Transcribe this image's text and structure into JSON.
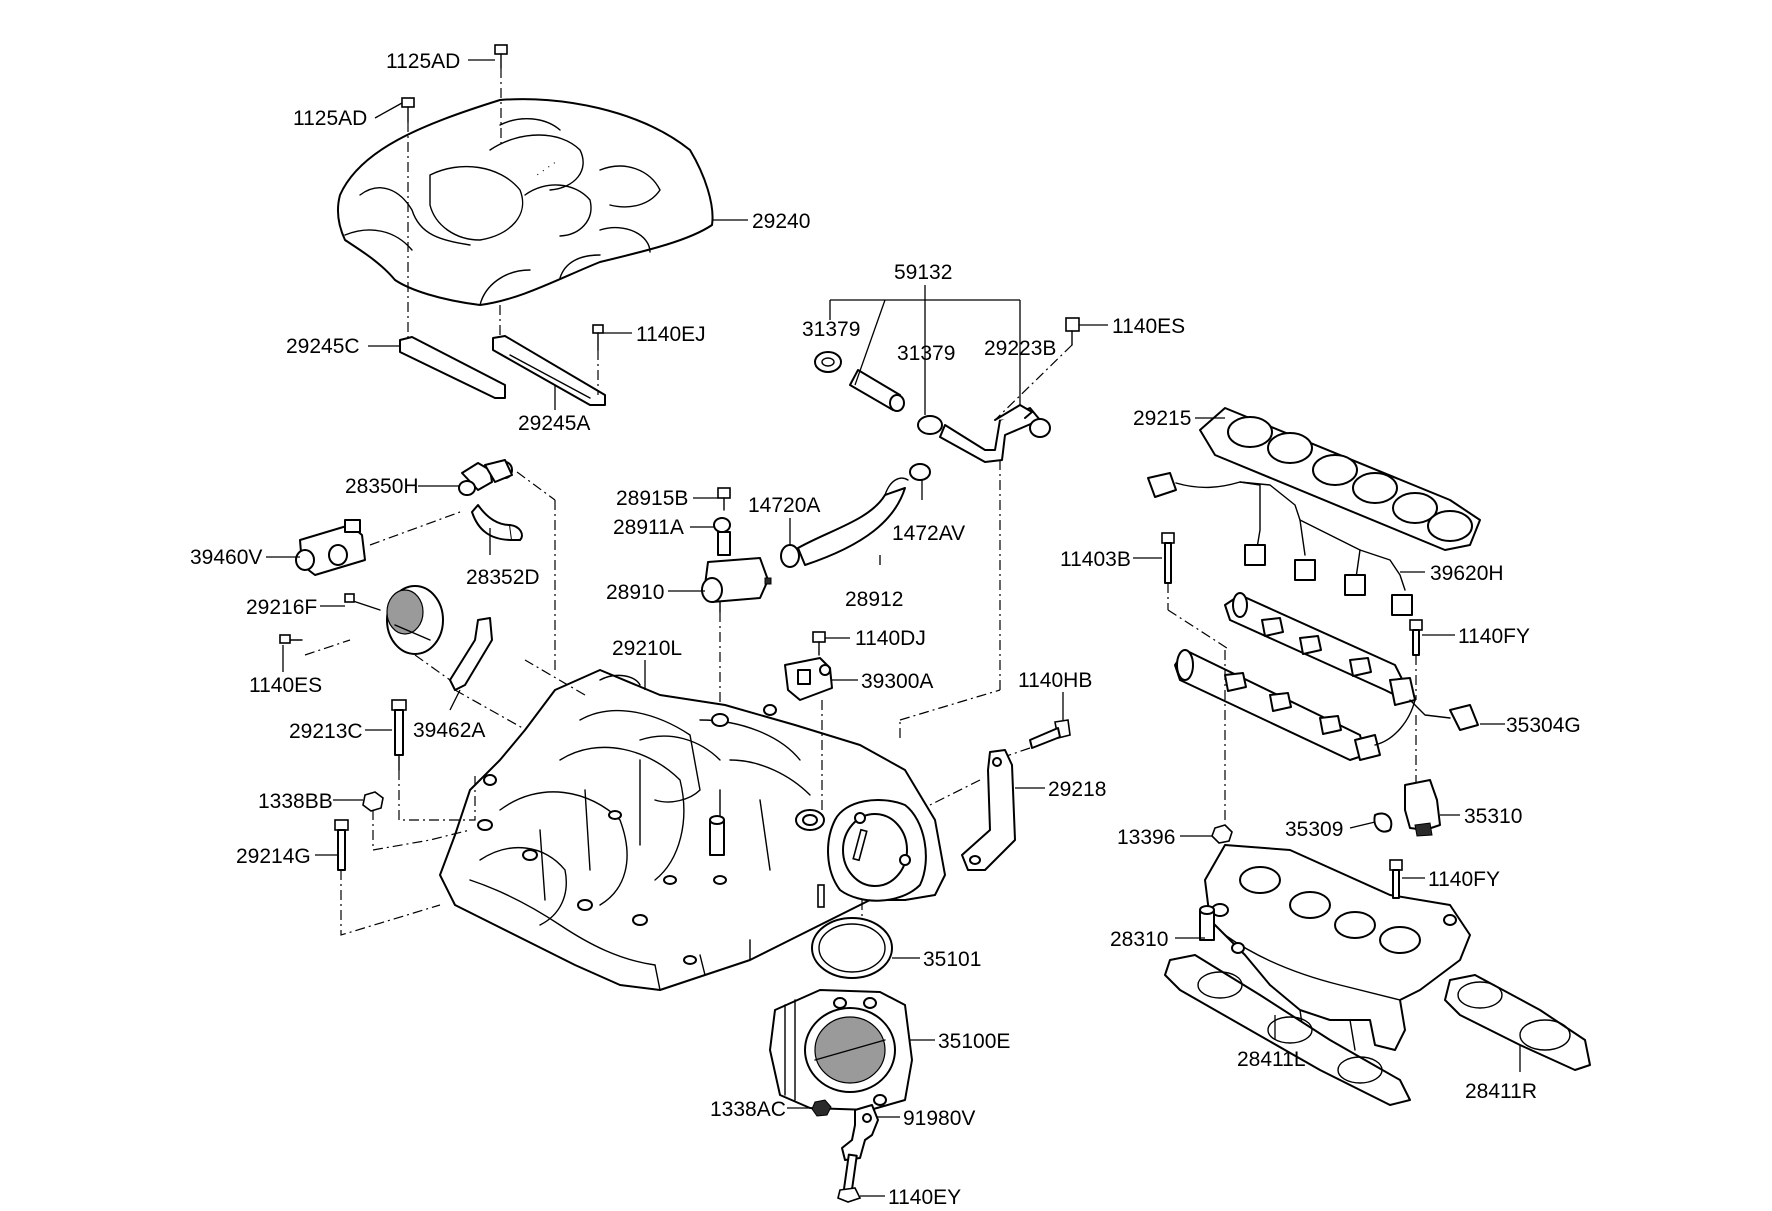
{
  "labels": [
    {
      "id": "l1125ad_top",
      "text": "1125AD"
    },
    {
      "id": "l1125ad_left",
      "text": "1125AD"
    },
    {
      "id": "l29240",
      "text": "29240"
    },
    {
      "id": "l29245c",
      "text": "29245C"
    },
    {
      "id": "l1140ej",
      "text": "1140EJ"
    },
    {
      "id": "l29245a",
      "text": "29245A"
    },
    {
      "id": "l59132",
      "text": "59132"
    },
    {
      "id": "l31379a",
      "text": "31379"
    },
    {
      "id": "l31379b",
      "text": "31379"
    },
    {
      "id": "l29223b",
      "text": "29223B"
    },
    {
      "id": "l1140es_top",
      "text": "1140ES"
    },
    {
      "id": "l28350h",
      "text": "28350H"
    },
    {
      "id": "l28915b",
      "text": "28915B"
    },
    {
      "id": "l14720a",
      "text": "14720A"
    },
    {
      "id": "l28911a",
      "text": "28911A"
    },
    {
      "id": "l1472av",
      "text": "1472AV"
    },
    {
      "id": "l29215",
      "text": "29215"
    },
    {
      "id": "l39460v",
      "text": "39460V"
    },
    {
      "id": "l28352d",
      "text": "28352D"
    },
    {
      "id": "l28910",
      "text": "28910"
    },
    {
      "id": "l28912",
      "text": "28912"
    },
    {
      "id": "l11403b",
      "text": "11403B"
    },
    {
      "id": "l39620h",
      "text": "39620H"
    },
    {
      "id": "l29216f",
      "text": "29216F"
    },
    {
      "id": "l1140dj",
      "text": "1140DJ"
    },
    {
      "id": "l1140fy_a",
      "text": "1140FY"
    },
    {
      "id": "l29210l",
      "text": "29210L"
    },
    {
      "id": "l1140es_left",
      "text": "1140ES"
    },
    {
      "id": "l39300a",
      "text": "39300A"
    },
    {
      "id": "l1140hb",
      "text": "1140HB"
    },
    {
      "id": "l29213c",
      "text": "29213C"
    },
    {
      "id": "l39462a",
      "text": "39462A"
    },
    {
      "id": "l35304g",
      "text": "35304G"
    },
    {
      "id": "l29218",
      "text": "29218"
    },
    {
      "id": "l1338bb",
      "text": "1338BB"
    },
    {
      "id": "l35310",
      "text": "35310"
    },
    {
      "id": "l35309",
      "text": "35309"
    },
    {
      "id": "l13396",
      "text": "13396"
    },
    {
      "id": "l29214g",
      "text": "29214G"
    },
    {
      "id": "l1140fy_b",
      "text": "1140FY"
    },
    {
      "id": "l28310",
      "text": "28310"
    },
    {
      "id": "l35101",
      "text": "35101"
    },
    {
      "id": "l35100e",
      "text": "35100E"
    },
    {
      "id": "l28411l",
      "text": "28411L"
    },
    {
      "id": "l28411r",
      "text": "28411R"
    },
    {
      "id": "l1338ac",
      "text": "1338AC"
    },
    {
      "id": "l91980v",
      "text": "91980V"
    },
    {
      "id": "l1140ey",
      "text": "1140EY"
    }
  ]
}
